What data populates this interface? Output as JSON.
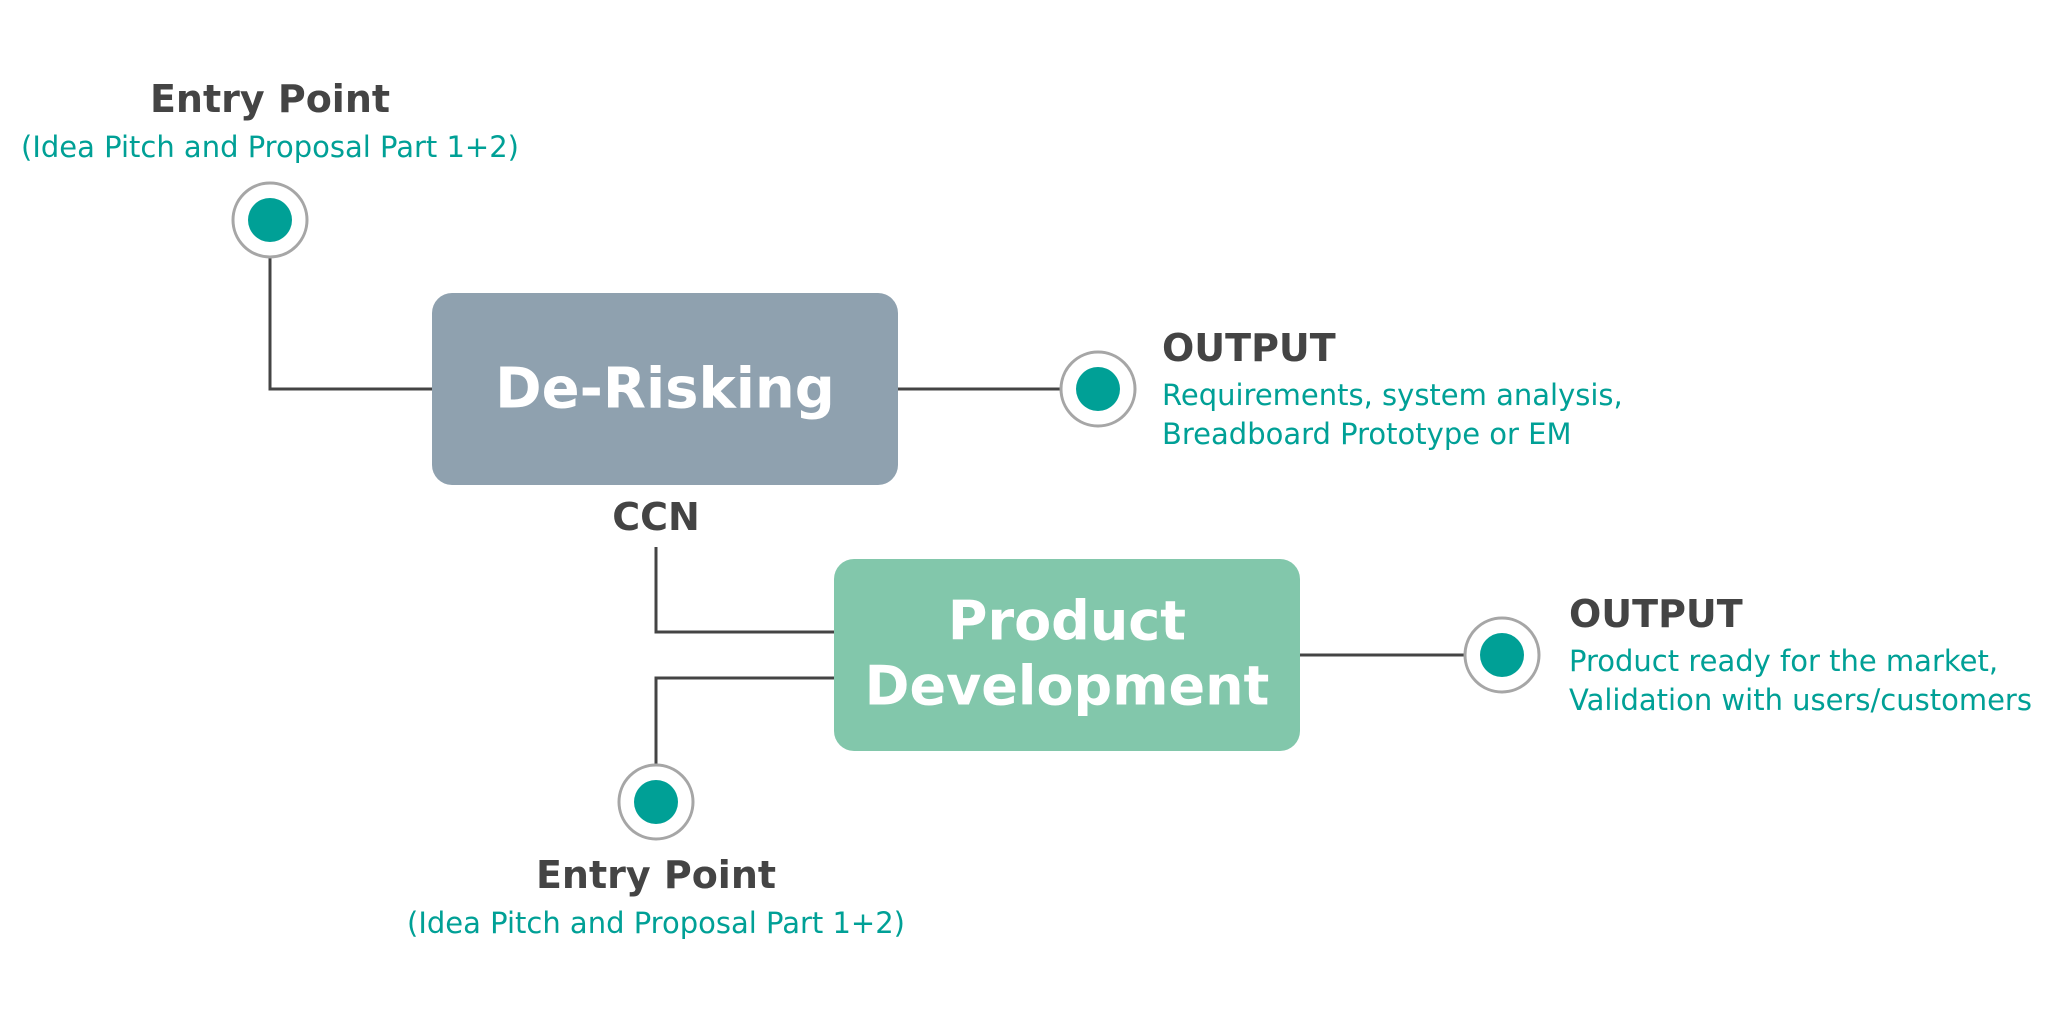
{
  "colors": {
    "derisking_box": "#8FA1AF",
    "product_box": "#82C7AB",
    "teal": "#00A096",
    "dark_text": "#444444",
    "line": "#444444",
    "ring": "#A6A6A6"
  },
  "entry_top": {
    "title": "Entry Point",
    "subtitle": "(Idea Pitch and Proposal Part 1+2)"
  },
  "derisking": {
    "label": "De-Risking"
  },
  "output_top": {
    "title": "OUTPUT",
    "line1": "Requirements, system analysis,",
    "line2": "Breadboard Prototype or EM"
  },
  "ccn": {
    "label": "CCN"
  },
  "product_dev": {
    "line1": "Product",
    "line2": "Development"
  },
  "output_bottom": {
    "title": "OUTPUT",
    "line1": "Product ready for the market,",
    "line2": "Validation with users/customers"
  },
  "entry_bottom": {
    "title": "Entry Point",
    "subtitle": "(Idea Pitch and Proposal Part 1+2)"
  }
}
